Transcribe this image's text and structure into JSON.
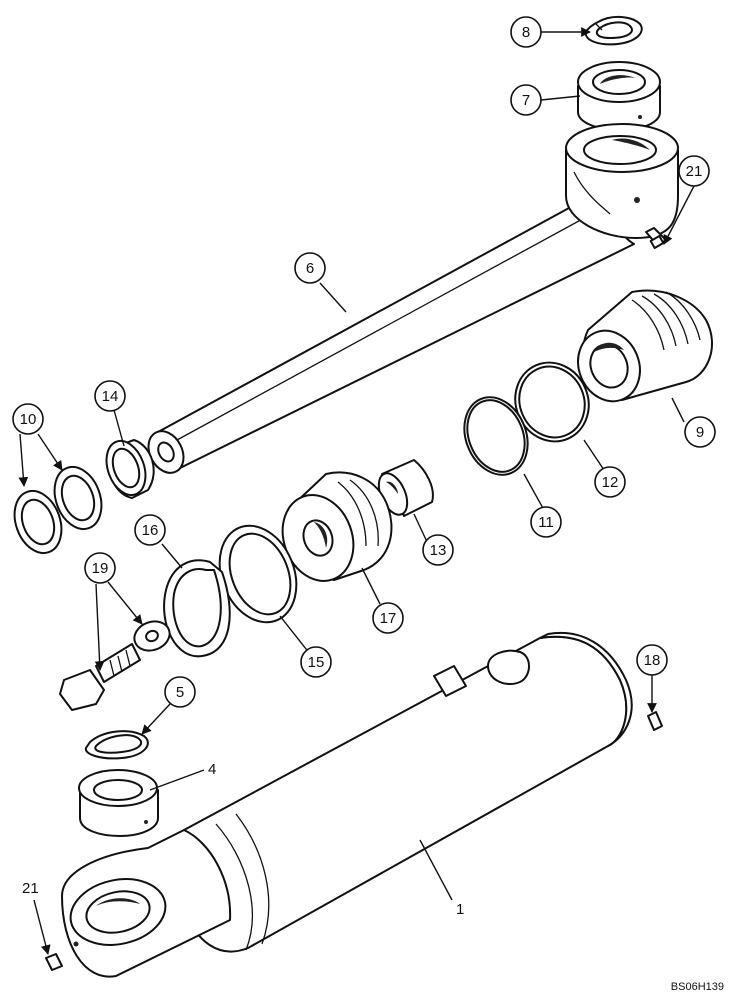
{
  "drawing_code": "BS06H139",
  "callouts": [
    {
      "id": "p1",
      "label": "1"
    },
    {
      "id": "p4",
      "label": "4"
    },
    {
      "id": "p5",
      "label": "5"
    },
    {
      "id": "p6",
      "label": "6"
    },
    {
      "id": "p7",
      "label": "7"
    },
    {
      "id": "p8",
      "label": "8"
    },
    {
      "id": "p9",
      "label": "9"
    },
    {
      "id": "p10",
      "label": "10"
    },
    {
      "id": "p11",
      "label": "11"
    },
    {
      "id": "p12",
      "label": "12"
    },
    {
      "id": "p13",
      "label": "13"
    },
    {
      "id": "p14",
      "label": "14"
    },
    {
      "id": "p15",
      "label": "15"
    },
    {
      "id": "p16",
      "label": "16"
    },
    {
      "id": "p17",
      "label": "17"
    },
    {
      "id": "p18",
      "label": "18"
    },
    {
      "id": "p19",
      "label": "19"
    },
    {
      "id": "p21a",
      "label": "21"
    },
    {
      "id": "p21b",
      "label": "21"
    }
  ]
}
